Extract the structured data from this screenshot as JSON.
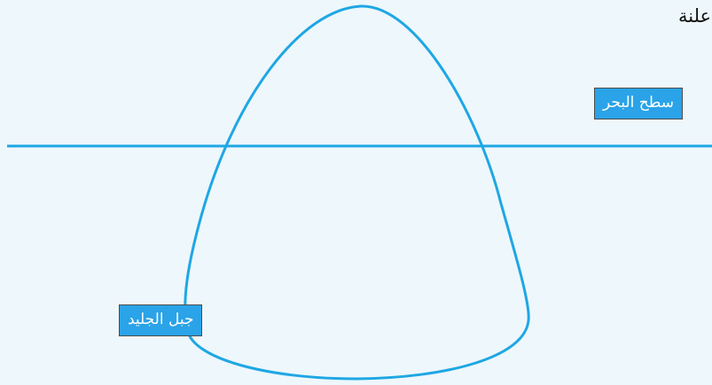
{
  "corner_text": "علنة",
  "labels": {
    "sea_level": "سطح البحر",
    "iceberg": "جبل الجليد"
  },
  "colors": {
    "background": "#eef7fb",
    "line": "#1ea7e4",
    "label_fill": "#2aa3e8",
    "label_text": "#ffffff"
  }
}
